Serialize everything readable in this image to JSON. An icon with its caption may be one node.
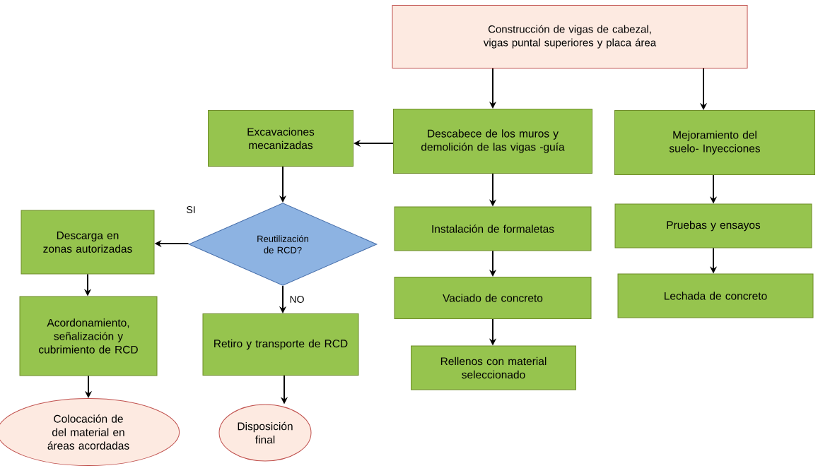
{
  "diagram": {
    "nodes": [
      {
        "text": [
          "Construcción de vigas de cabezal, vigas puntal superiores y placa área"
        ]
      },
      {
        "text": [
          "Excavaciones mecanizadas"
        ]
      },
      {
        "text": [
          "Descabece de los muros y demolición de las vigas -guía"
        ]
      },
      {
        "text": [
          "Mejoramiento del suelo- Inyecciones"
        ]
      },
      {
        "text": [
          "Reutilización de RCD?"
        ]
      },
      {
        "text": [
          "Descarga en zonas autorizadas"
        ]
      },
      {
        "text": [
          "Instalación de formaletas"
        ]
      },
      {
        "text": [
          "Pruebas y ensayos"
        ]
      },
      {
        "text": [
          "Acordonamiento, señalización y cubrimiento de RCD"
        ]
      },
      {
        "text": [
          "Retiro y transporte de RCD"
        ]
      },
      {
        "text": [
          "Vaciado de concreto"
        ]
      },
      {
        "text": [
          "Lechada de concreto"
        ]
      },
      {
        "text": [
          "Rellenos con material seleccionado"
        ]
      },
      {
        "text": [
          "Colocación de del material en áreas acordadas"
        ]
      },
      {
        "text": [
          "Disposición final"
        ]
      }
    ],
    "edges": [
      {
        "from": 0,
        "to": 2,
        "arrow": "to"
      },
      {
        "from": 0,
        "to": 3,
        "arrow": "to"
      },
      {
        "from": 2,
        "to": 1,
        "arrow": "to"
      },
      {
        "from": 1,
        "to": 4,
        "arrow": "to"
      },
      {
        "from": 4,
        "to": 5,
        "arrow": "to",
        "label": "SI"
      },
      {
        "from": 4,
        "to": 9,
        "arrow": "to",
        "label": "NO"
      },
      {
        "from": 5,
        "to": 8,
        "arrow": "to"
      },
      {
        "from": 8,
        "to": 13,
        "arrow": "to"
      },
      {
        "from": 9,
        "to": 14,
        "arrow": "to"
      },
      {
        "from": 2,
        "to": 6,
        "arrow": "to"
      },
      {
        "from": 6,
        "to": 10,
        "arrow": "to"
      },
      {
        "from": 10,
        "to": 12,
        "arrow": "to"
      },
      {
        "from": 3,
        "to": 7,
        "arrow": "to"
      },
      {
        "from": 7,
        "to": 11,
        "arrow": "to"
      }
    ]
  }
}
